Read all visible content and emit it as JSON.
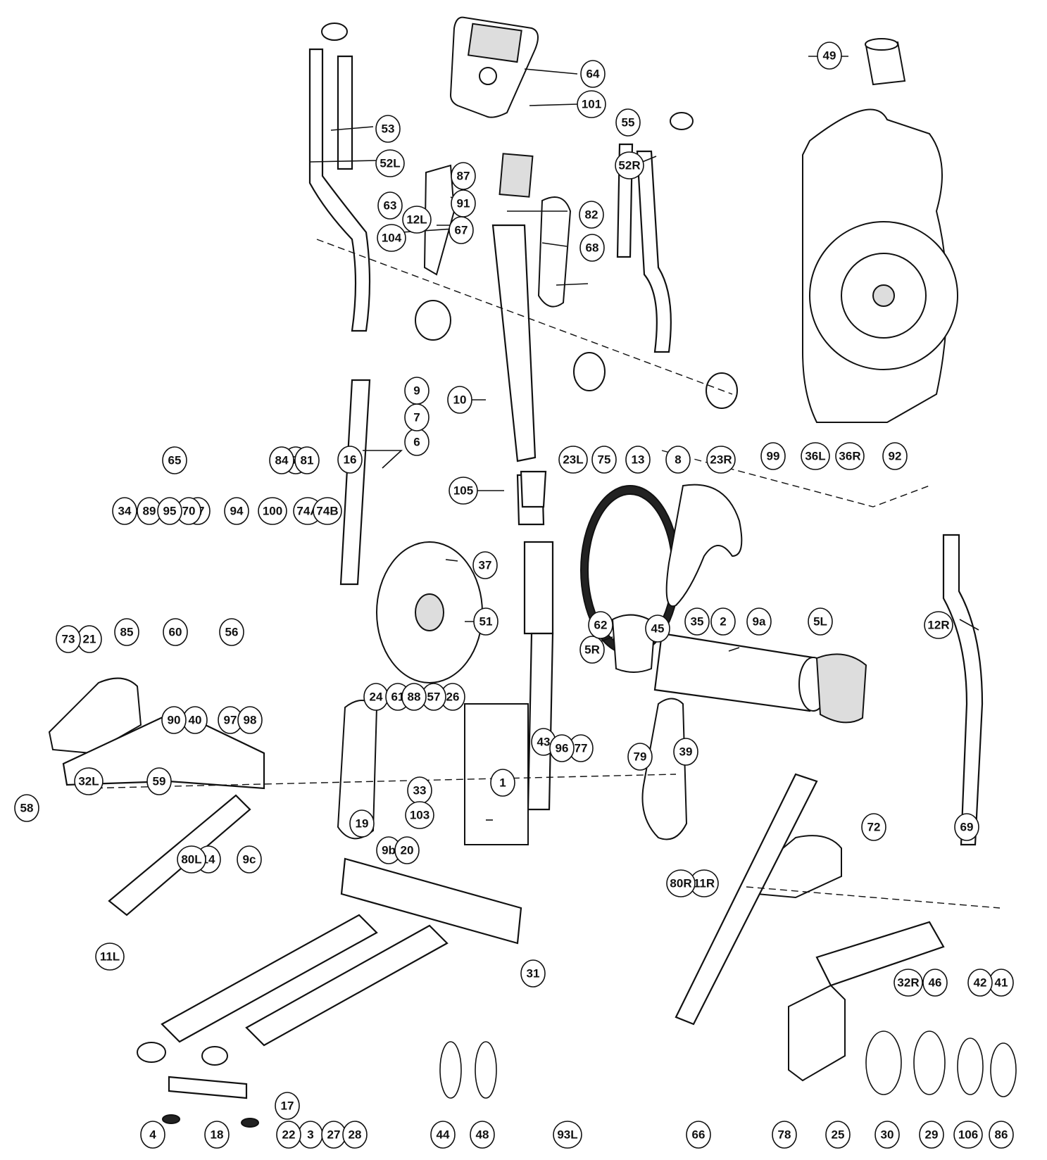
{
  "colors": {
    "ink": "#111111",
    "paper": "#ffffff"
  },
  "callouts": [
    "1",
    "2",
    "3",
    "4",
    "5L",
    "5R",
    "6",
    "7",
    "8",
    "9",
    "9a",
    "9b",
    "9c",
    "10",
    "11L",
    "11R",
    "12L",
    "12R",
    "13",
    "14",
    "16",
    "17",
    "18",
    "19",
    "20",
    "21",
    "22",
    "23L",
    "23R",
    "24",
    "25",
    "26",
    "27",
    "28",
    "29",
    "30",
    "31",
    "32L",
    "32R",
    "33",
    "34",
    "35",
    "36L",
    "36R",
    "37",
    "39",
    "40",
    "41",
    "42",
    "43",
    "44",
    "45",
    "46",
    "47",
    "48",
    "49",
    "51",
    "52L",
    "52R",
    "53",
    "54",
    "55",
    "56",
    "57",
    "58",
    "59",
    "60",
    "61",
    "62",
    "63",
    "64",
    "65",
    "66",
    "67",
    "68",
    "69",
    "70",
    "72",
    "73",
    "74A",
    "74B",
    "75",
    "77",
    "78",
    "79",
    "80L",
    "80R",
    "81",
    "82",
    "84",
    "85",
    "86",
    "87",
    "88",
    "89",
    "90",
    "91",
    "92",
    "93L",
    "94",
    "95",
    "96",
    "97",
    "98",
    "99",
    "100",
    "101",
    "103",
    "104",
    "105",
    "106"
  ]
}
